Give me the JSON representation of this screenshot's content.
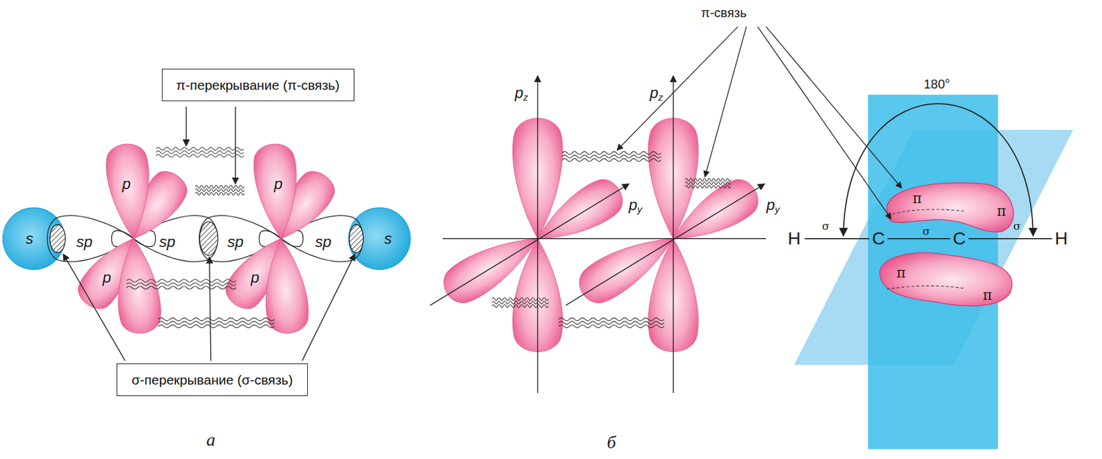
{
  "diagram": {
    "nodes": [
      {
        "text": [
          "π-перекрывание (π-связь)"
        ]
      },
      {
        "text": [
          "σ-перекрывание (σ-связь)"
        ]
      }
    ],
    "labels": [
      "π-связь",
      "p",
      "p",
      "s",
      "sp",
      "sp",
      "sp",
      "sp",
      "s",
      "p",
      "p",
      "а",
      "pz",
      "pz",
      "py",
      "py",
      "180°",
      "H",
      "σ",
      "C",
      "σ",
      "C",
      "σ",
      "H",
      "π",
      "π",
      "π",
      "π",
      "б"
    ]
  }
}
